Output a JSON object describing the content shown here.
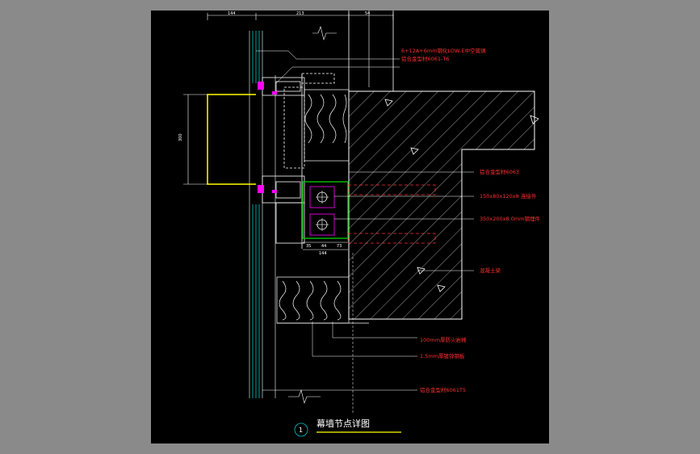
{
  "drawing": {
    "title": "幕墙节点详图",
    "detail_number": "1",
    "colors": {
      "background": "#000000",
      "frame": "#8a8a8a",
      "lines": "#ffffff",
      "labels": "#ff3030",
      "glass": "#00c8c8",
      "panel": "#ffff00",
      "embed": "#00c000",
      "bolt": "#ff00ff"
    },
    "dimensions": {
      "top": [
        "144",
        "213",
        "54"
      ],
      "left": "300",
      "bottom": [
        "35",
        "44",
        "73",
        "144"
      ]
    },
    "annotations": [
      "6+12A+6mm钢化LOW-E中空玻璃",
      "铝合金型材6061-T6",
      "铝合金型材6063",
      "150x80x120x8 连接件",
      "350x200x8.0mm钢埋件",
      "混凝土梁",
      "100mm厚防火岩棉",
      "1.5mm厚镀锌钢板",
      "铝合金型材6061T5"
    ]
  }
}
